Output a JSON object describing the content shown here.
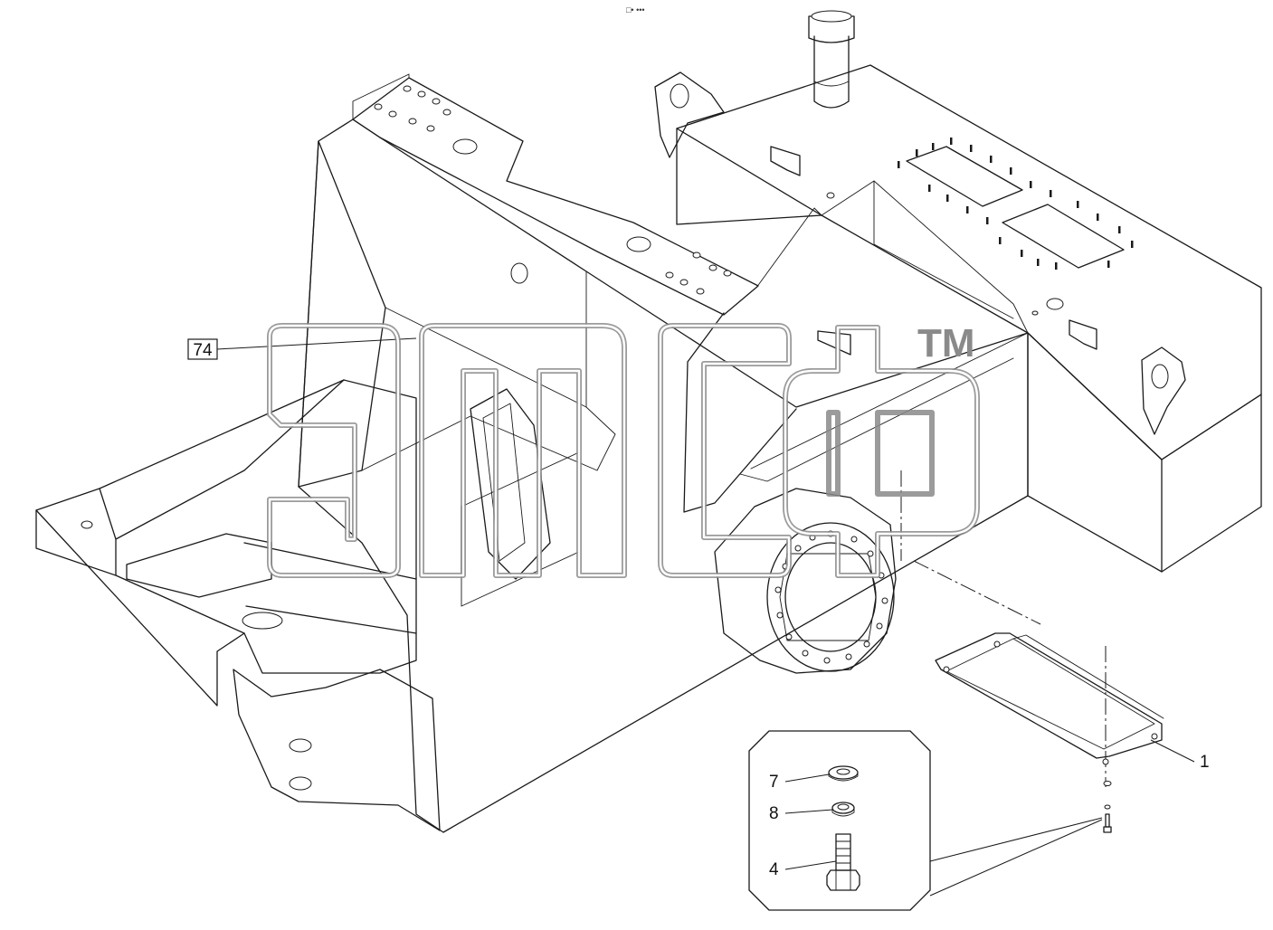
{
  "drawing": {
    "page_mark": "□• •••",
    "watermark": {
      "logo": "эмсф-logo",
      "trademark": "TM"
    },
    "callouts": [
      {
        "id": "frame",
        "label": "74",
        "boxed": true
      },
      {
        "id": "cover",
        "label": "1",
        "boxed": false
      },
      {
        "id": "washer",
        "label": "7",
        "boxed": false
      },
      {
        "id": "lock-washer",
        "label": "8",
        "boxed": false
      },
      {
        "id": "bolt",
        "label": "4",
        "boxed": false
      }
    ]
  }
}
